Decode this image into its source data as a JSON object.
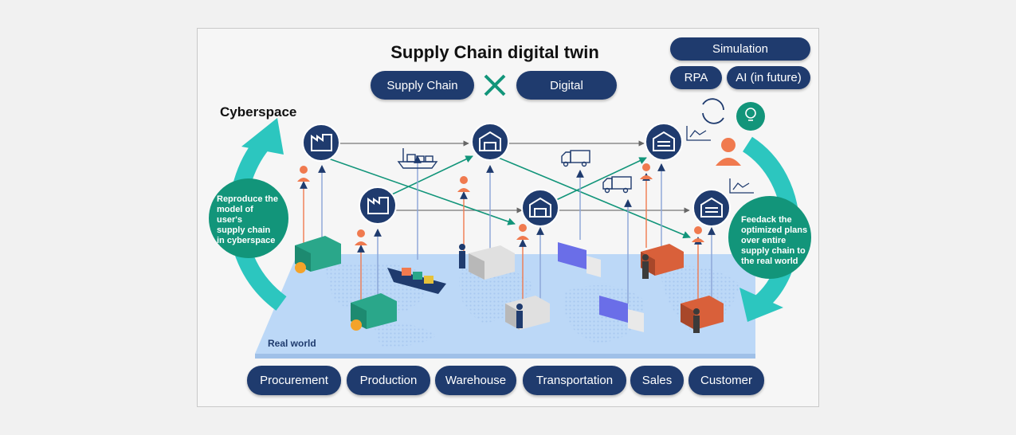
{
  "title": "Supply Chain digital twin",
  "combine": {
    "left": "Supply Chain",
    "right": "Digital"
  },
  "tech": {
    "simulation": "Simulation",
    "rpa": "RPA",
    "ai": "AI (in future)"
  },
  "cyberspace_label": "Cyberspace",
  "real_world_label": "Real world",
  "left_note": [
    "Reproduce the",
    "model of user's",
    "supply chain",
    "in cyberspace"
  ],
  "right_note": [
    "Feedack the",
    "optimized plans",
    "over entire",
    "supply chain to",
    "the real world"
  ],
  "stages": [
    "Procurement",
    "Production",
    "Warehouse",
    "Transportation",
    "Sales",
    "Customer"
  ],
  "icons": {
    "factory": "factory-icon",
    "warehouse": "warehouse-icon",
    "ship": "ship-icon",
    "truck": "truck-icon",
    "person": "person-icon",
    "lightbulb": "lightbulb-icon",
    "cycle": "cycle-arrows-icon",
    "chart": "line-chart-icon"
  },
  "colors": {
    "navy": "#1f3b6e",
    "teal": "#12957a",
    "cyan_arrow": "#2cc6bf",
    "orange": "#f07a4f",
    "map": "#bcd8f7"
  }
}
